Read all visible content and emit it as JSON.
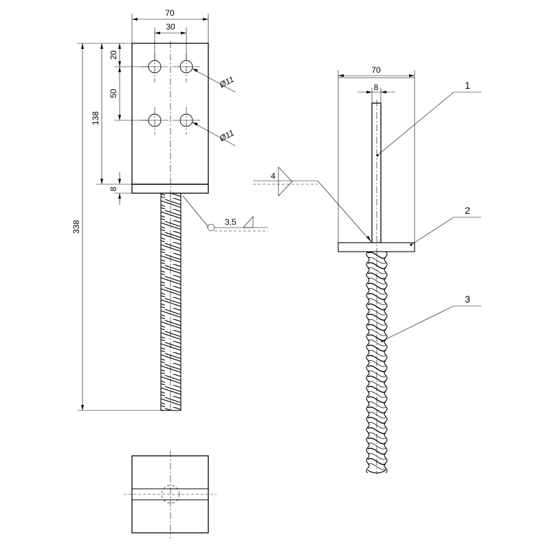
{
  "front_view": {
    "width_overall": "70",
    "hole_spacing_x": "30",
    "top_edge_to_hole": "20",
    "hole_spacing_y": "50",
    "plate_height": "138",
    "base_thickness": "8",
    "total_height": "338",
    "hole_diameter_upper": "Ø11",
    "hole_diameter_lower": "Ø11",
    "weld_size": "3,5"
  },
  "side_view": {
    "width_overall": "70",
    "blade_thickness": "8",
    "weld_size": "4",
    "part_labels": [
      "1",
      "2",
      "3"
    ]
  }
}
